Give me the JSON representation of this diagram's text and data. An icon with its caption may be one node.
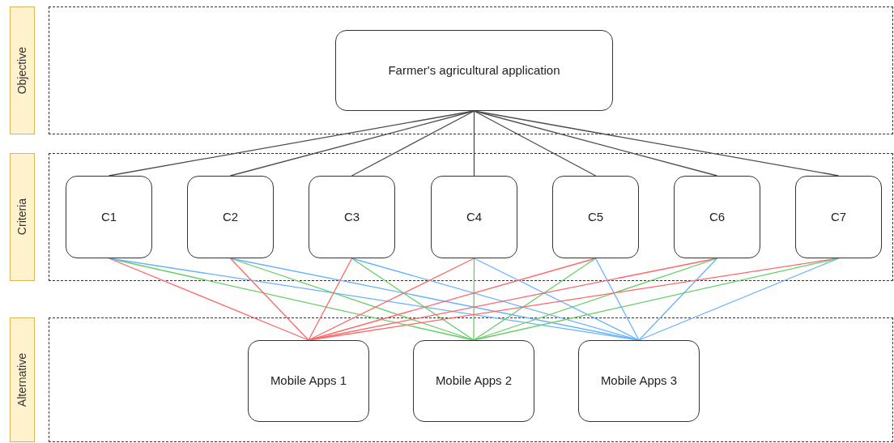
{
  "diagram": {
    "nodes": [
      {
        "text": [
          "Objective"
        ]
      },
      {
        "text": [
          "Farmer's agricultural application"
        ],
        "in": 0
      },
      {
        "text": [
          "Criteria"
        ]
      },
      {
        "text": [
          "C1"
        ],
        "in": 2
      },
      {
        "text": [
          "C2"
        ],
        "in": 2
      },
      {
        "text": [
          "C3"
        ],
        "in": 2
      },
      {
        "text": [
          "C4"
        ],
        "in": 2
      },
      {
        "text": [
          "C5"
        ],
        "in": 2
      },
      {
        "text": [
          "C6"
        ],
        "in": 2
      },
      {
        "text": [
          "C7"
        ],
        "in": 2
      },
      {
        "text": [
          "Alternative"
        ]
      },
      {
        "text": [
          "Mobile Apps 1"
        ],
        "in": 10
      },
      {
        "text": [
          "Mobile Apps 2"
        ],
        "in": 10
      },
      {
        "text": [
          "Mobile Apps 3"
        ],
        "in": 10
      }
    ],
    "edges": [
      {
        "from": 1,
        "to": 3,
        "arrow": "none"
      },
      {
        "from": 1,
        "to": 4,
        "arrow": "none"
      },
      {
        "from": 1,
        "to": 5,
        "arrow": "none"
      },
      {
        "from": 1,
        "to": 6,
        "arrow": "none"
      },
      {
        "from": 1,
        "to": 7,
        "arrow": "none"
      },
      {
        "from": 1,
        "to": 8,
        "arrow": "none"
      },
      {
        "from": 1,
        "to": 9,
        "arrow": "none"
      },
      {
        "from": 3,
        "to": 11,
        "arrow": "none",
        "color": "#ff6666"
      },
      {
        "from": 3,
        "to": 12,
        "arrow": "none",
        "color": "#66cc66"
      },
      {
        "from": 3,
        "to": 13,
        "arrow": "none",
        "color": "#66b2ff"
      },
      {
        "from": 4,
        "to": 11,
        "arrow": "none",
        "color": "#ff6666"
      },
      {
        "from": 4,
        "to": 12,
        "arrow": "none",
        "color": "#66cc66"
      },
      {
        "from": 4,
        "to": 13,
        "arrow": "none",
        "color": "#66b2ff"
      },
      {
        "from": 5,
        "to": 11,
        "arrow": "none",
        "color": "#ff6666"
      },
      {
        "from": 5,
        "to": 12,
        "arrow": "none",
        "color": "#66cc66"
      },
      {
        "from": 5,
        "to": 13,
        "arrow": "none",
        "color": "#66b2ff"
      },
      {
        "from": 6,
        "to": 11,
        "arrow": "none",
        "color": "#ff6666"
      },
      {
        "from": 6,
        "to": 12,
        "arrow": "none",
        "color": "#66cc66"
      },
      {
        "from": 6,
        "to": 13,
        "arrow": "none",
        "color": "#66b2ff"
      },
      {
        "from": 7,
        "to": 11,
        "arrow": "none",
        "color": "#ff6666"
      },
      {
        "from": 7,
        "to": 12,
        "arrow": "none",
        "color": "#66cc66"
      },
      {
        "from": 7,
        "to": 13,
        "arrow": "none",
        "color": "#66b2ff"
      },
      {
        "from": 8,
        "to": 11,
        "arrow": "none",
        "color": "#ff6666"
      },
      {
        "from": 8,
        "to": 12,
        "arrow": "none",
        "color": "#66cc66"
      },
      {
        "from": 8,
        "to": 13,
        "arrow": "none",
        "color": "#66b2ff"
      },
      {
        "from": 9,
        "to": 11,
        "arrow": "none",
        "color": "#ff6666"
      },
      {
        "from": 9,
        "to": 12,
        "arrow": "none",
        "color": "#66cc66"
      },
      {
        "from": 9,
        "to": 13,
        "arrow": "none",
        "color": "#66b2ff"
      }
    ]
  }
}
